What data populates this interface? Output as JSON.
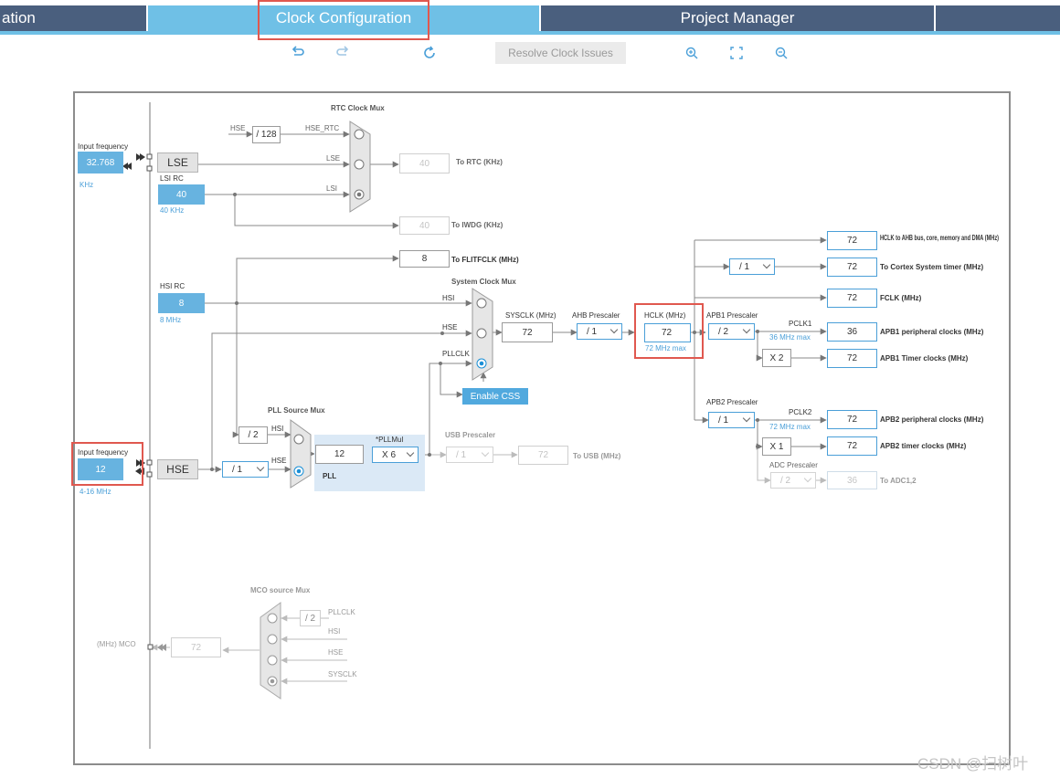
{
  "tabs": {
    "left_partial": "ation",
    "clock": "Clock Configuration",
    "project": "Project Manager"
  },
  "toolbar": {
    "resolve": "Resolve Clock Issues",
    "undo_icon": "undo-icon",
    "redo_icon": "redo-icon",
    "refresh_icon": "refresh-icon",
    "zoom_in_icon": "zoom-in-icon",
    "fit_icon": "fit-screen-icon",
    "zoom_out_icon": "zoom-out-icon"
  },
  "left": {
    "input_freq_label": "Input frequency",
    "lse_value": "32.768",
    "lse_unit": "KHz",
    "lse_block": "LSE",
    "lsirc_label": "LSI RC",
    "lsi_value": "40",
    "lsi_unit": "40 KHz",
    "hsirc_label": "HSI RC",
    "hsi_value": "8",
    "hsi_unit": "8 MHz",
    "hse_input_label": "Input frequency",
    "hse_value": "12",
    "hse_range": "4-16 MHz",
    "hse_block": "HSE",
    "mco_label": "(MHz) MCO",
    "mco_value": "72"
  },
  "rtc": {
    "title": "RTC Clock Mux",
    "hse_label": "HSE",
    "div": "/ 128",
    "hse_rtc": "HSE_RTC",
    "lse": "LSE",
    "lsi": "LSI",
    "to_rtc_value": "40",
    "to_rtc_label": "To RTC (KHz)",
    "to_iwdg_value": "40",
    "to_iwdg_label": "To IWDG (KHz)"
  },
  "flit": {
    "value": "8",
    "label": "To FLITFCLK (MHz)"
  },
  "sysmux": {
    "title": "System Clock Mux",
    "hsi": "HSI",
    "hse": "HSE",
    "pllclk": "PLLCLK",
    "enable_css": "Enable CSS"
  },
  "sysclk": {
    "label": "SYSCLK (MHz)",
    "value": "72"
  },
  "ahb": {
    "label": "AHB Prescaler",
    "value": "/ 1"
  },
  "hclk": {
    "label": "HCLK (MHz)",
    "value": "72",
    "max": "72 MHz max"
  },
  "apb1": {
    "label": "APB1 Prescaler",
    "value": "/ 2",
    "pclk": "PCLK1",
    "max": "36 MHz max",
    "mult": "X 2"
  },
  "apb2": {
    "label": "APB2 Prescaler",
    "value": "/ 1",
    "pclk": "PCLK2",
    "max": "72 MHz max",
    "mult": "X 1"
  },
  "adc": {
    "label": "ADC Prescaler",
    "value": "/ 2",
    "out": "36",
    "out_label": "To ADC1,2"
  },
  "cortex_div": "/ 1",
  "outputs": [
    {
      "value": "72",
      "label": "HCLK to AHB bus, core, memory and DMA (MHz)"
    },
    {
      "value": "72",
      "label": "To Cortex System timer (MHz)"
    },
    {
      "value": "72",
      "label": "FCLK (MHz)"
    },
    {
      "value": "36",
      "label": "APB1 peripheral clocks (MHz)"
    },
    {
      "value": "72",
      "label": "APB1 Timer clocks (MHz)"
    },
    {
      "value": "72",
      "label": "APB2 peripheral clocks (MHz)"
    },
    {
      "value": "72",
      "label": "APB2 timer clocks (MHz)"
    }
  ],
  "pll": {
    "source_title": "PLL Source Mux",
    "hsi": "HSI",
    "hse": "HSE",
    "div2": "/ 2",
    "prediv": "/ 1",
    "value": "12",
    "mul_label": "*PLLMul",
    "mul": "X 6",
    "label": "PLL"
  },
  "usb": {
    "label": "USB Prescaler",
    "value": "/ 1",
    "out": "72",
    "out_label": "To USB (MHz)"
  },
  "mco": {
    "title": "MCO source Mux",
    "pllclk": "PLLCLK",
    "div2": "/ 2",
    "hsi": "HSI",
    "hse": "HSE",
    "sysclk": "SYSCLK"
  },
  "watermark": "CSDN @扫树叶"
}
